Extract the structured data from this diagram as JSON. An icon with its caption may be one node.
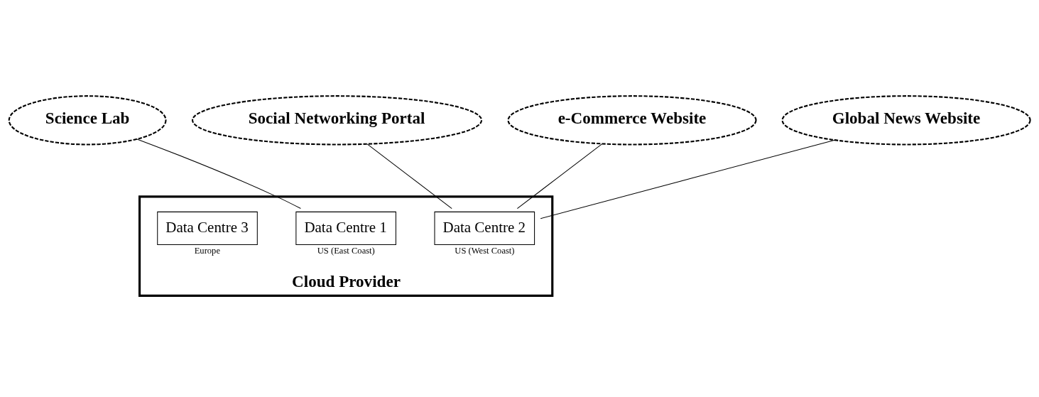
{
  "diagram": {
    "nodes": [
      {
        "text": [
          "Science Lab"
        ]
      },
      {
        "text": [
          "Social Networking Portal"
        ]
      },
      {
        "text": [
          "e-Commerce Website"
        ]
      },
      {
        "text": [
          "Global News Website"
        ]
      },
      {
        "text": [
          "Cloud Provider"
        ]
      },
      {
        "text": [
          "Data Centre 1"
        ],
        "in": 4,
        "beside": [
          "US (East Coast)"
        ]
      },
      {
        "text": [
          "Data Centre 2"
        ],
        "in": 4,
        "beside": [
          "US (West Coast)"
        ]
      },
      {
        "text": [
          "Data Centre 3"
        ],
        "in": 4,
        "beside": [
          "Europe"
        ]
      }
    ],
    "edges": [
      {
        "from": 0,
        "to": 5,
        "arrow": "none"
      },
      {
        "from": 1,
        "to": 6,
        "arrow": "none"
      },
      {
        "from": 2,
        "to": 6,
        "arrow": "none"
      },
      {
        "from": 3,
        "to": 6,
        "arrow": "none"
      }
    ]
  }
}
